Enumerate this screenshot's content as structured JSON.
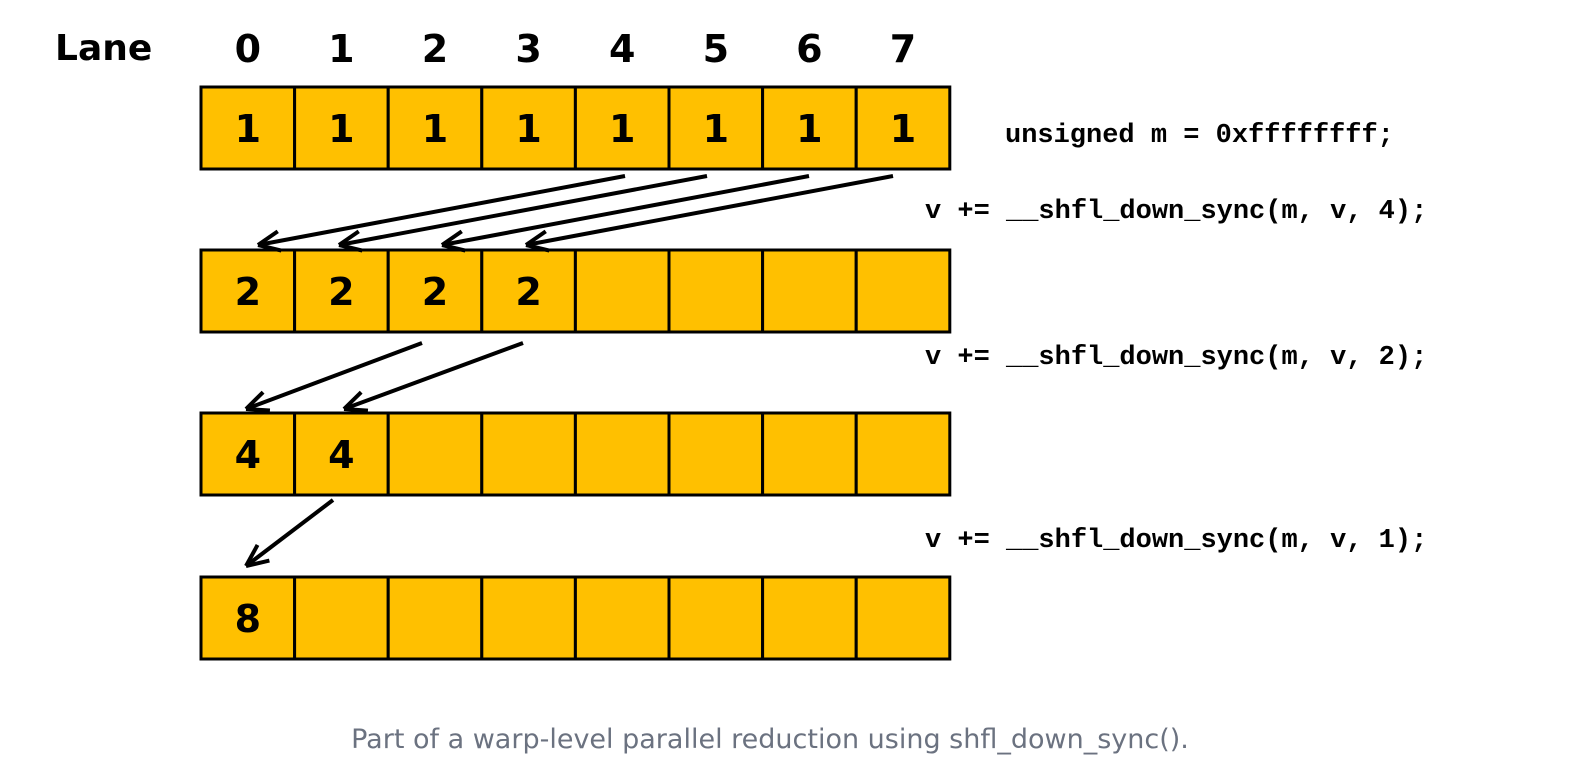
{
  "lane_label": "Lane",
  "lanes": [
    "0",
    "1",
    "2",
    "3",
    "4",
    "5",
    "6",
    "7"
  ],
  "rows": [
    [
      "1",
      "1",
      "1",
      "1",
      "1",
      "1",
      "1",
      "1"
    ],
    [
      "2",
      "2",
      "2",
      "2",
      "",
      "",
      "",
      ""
    ],
    [
      "4",
      "4",
      "",
      "",
      "",
      "",
      "",
      ""
    ],
    [
      "8",
      "",
      "",
      "",
      "",
      "",
      "",
      ""
    ]
  ],
  "code": {
    "init": "unsigned m = 0xffffffff;",
    "step1": "v += __shfl_down_sync(m, v, 4);",
    "step2": "v += __shfl_down_sync(m, v, 2);",
    "step3": "v += __shfl_down_sync(m, v, 1);"
  },
  "caption": "Part of a warp-level parallel reduction using shfl_down_sync().",
  "colors": {
    "cell_fill": "#FFC000",
    "caption": "#6b7280"
  }
}
